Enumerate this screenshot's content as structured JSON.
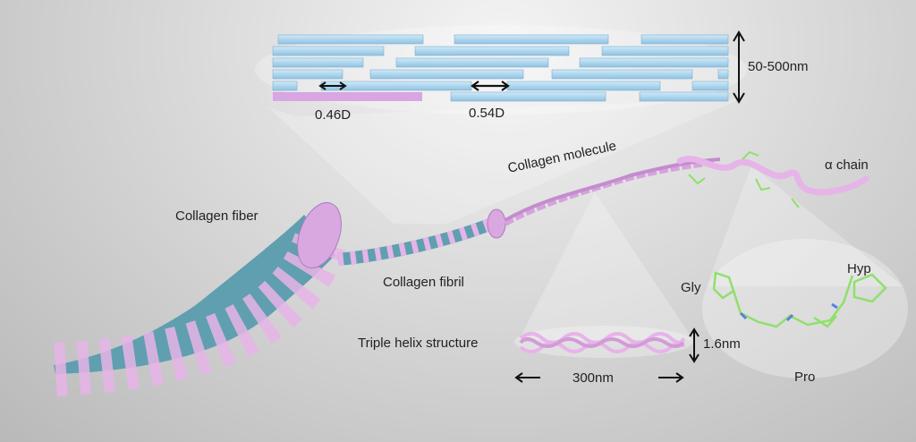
{
  "labels": {
    "height_range": "50-500nm",
    "gap": "0.46D",
    "overlap": "0.54D",
    "collagen_molecule": "Collagen molecule",
    "alpha_chain": "α chain",
    "collagen_fiber": "Collagen fiber",
    "collagen_fibril": "Collagen fibril",
    "gly": "Gly",
    "hyp": "Hyp",
    "pro": "Pro",
    "triple_helix": "Triple helix structure",
    "diameter": "1.6nm",
    "length": "300nm"
  },
  "colors": {
    "blue": "#a9d4ee",
    "pink": "#e6b4e8",
    "teal": "#5f9fb0",
    "green": "#8fe06a"
  }
}
